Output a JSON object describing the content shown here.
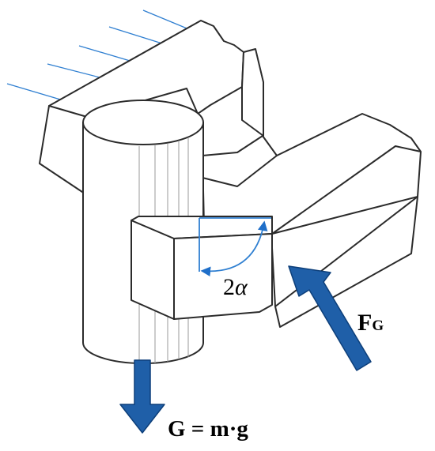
{
  "labels": {
    "angle_prefix": "2",
    "angle_symbol": "α",
    "force_main": "F",
    "force_sub": "G",
    "weight": "G = m·g"
  },
  "colors": {
    "outline": "#2b2b2b",
    "arrow_fill": "#1f5fa8",
    "arrow_stroke": "#0d3f7a",
    "accent_line": "#2f7fd1",
    "background": "#ffffff"
  }
}
